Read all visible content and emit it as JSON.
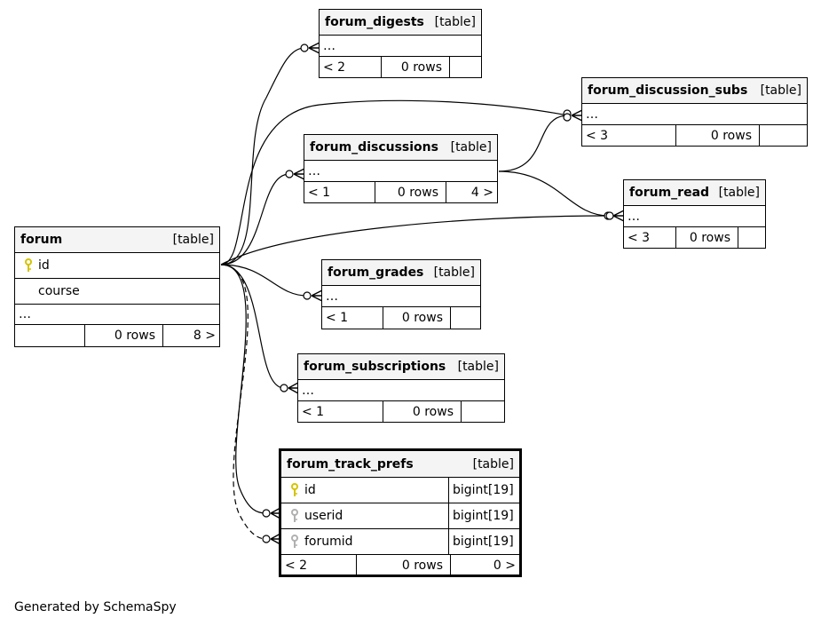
{
  "tables": {
    "forum": {
      "name": "forum",
      "kind": "[table]",
      "columns": [
        "id",
        "course"
      ],
      "ellipsis": "…",
      "foot": [
        "",
        "0 rows",
        "8 >"
      ]
    },
    "forum_digests": {
      "name": "forum_digests",
      "kind": "[table]",
      "ellipsis": "…",
      "foot": [
        "< 2",
        "0 rows",
        ""
      ]
    },
    "forum_discussion_subs": {
      "name": "forum_discussion_subs",
      "kind": "[table]",
      "ellipsis": "…",
      "foot": [
        "< 3",
        "0 rows",
        ""
      ]
    },
    "forum_discussions": {
      "name": "forum_discussions",
      "kind": "[table]",
      "ellipsis": "…",
      "foot": [
        "< 1",
        "0 rows",
        "4 >"
      ]
    },
    "forum_read": {
      "name": "forum_read",
      "kind": "[table]",
      "ellipsis": "…",
      "foot": [
        "< 3",
        "0 rows",
        ""
      ]
    },
    "forum_grades": {
      "name": "forum_grades",
      "kind": "[table]",
      "ellipsis": "…",
      "foot": [
        "< 1",
        "0 rows",
        ""
      ]
    },
    "forum_subscriptions": {
      "name": "forum_subscriptions",
      "kind": "[table]",
      "ellipsis": "…",
      "foot": [
        "< 1",
        "0 rows",
        ""
      ]
    },
    "forum_track_prefs": {
      "name": "forum_track_prefs",
      "kind": "[table]",
      "columns": [
        {
          "name": "id",
          "type": "bigint[19]",
          "key": "primary"
        },
        {
          "name": "userid",
          "type": "bigint[19]",
          "key": "foreign"
        },
        {
          "name": "forumid",
          "type": "bigint[19]",
          "key": "foreign"
        }
      ],
      "foot": [
        "< 2",
        "0 rows",
        "0 >"
      ]
    }
  },
  "colors": {
    "primary_key": "#d4c400",
    "foreign_key": "#b0b0b0",
    "header_bg": "#f4f4f4"
  },
  "footer": "Generated by SchemaSpy"
}
